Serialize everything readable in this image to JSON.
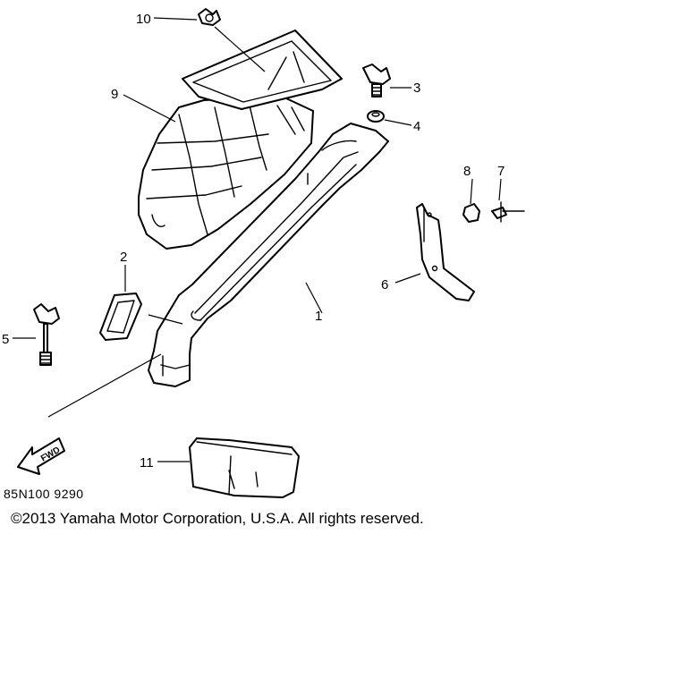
{
  "diagram": {
    "part_numbers": [
      "1",
      "2",
      "3",
      "4",
      "5",
      "6",
      "7",
      "8",
      "9",
      "10",
      "11"
    ],
    "fwd_label": "FWD",
    "drawing_code": "85N100 9290",
    "copyright": "©2013 Yamaha Motor Corporation, U.S.A. All rights reserved."
  }
}
